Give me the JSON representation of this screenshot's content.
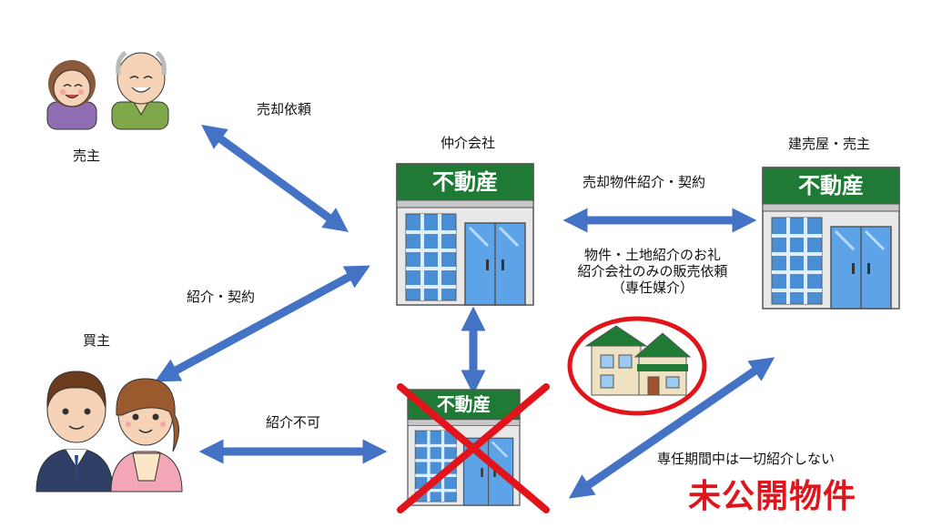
{
  "nodes": {
    "seller": "売主",
    "buyer": "買主",
    "broker": "仲介会社",
    "builder": "建売屋・売主"
  },
  "store_sign": "不動産",
  "edges": {
    "sale_request": "売却依頼",
    "intro_contract": "紹介・契約",
    "intro_prohibited": "紹介不可",
    "listing_contract": "売却物件紹介・契約"
  },
  "house_note": {
    "line1": "物件・土地紹介のお礼",
    "line2": "紹介会社のみの販売依頼",
    "line3": "（専任媒介）"
  },
  "exclusive_note": "専任期間中は一切紹介しない",
  "headline": "未公開物件",
  "colors": {
    "arrow": "#4472c4",
    "store_green": "#1f7a36",
    "cross_red": "#e2141b",
    "headline_red": "#e2141b"
  }
}
